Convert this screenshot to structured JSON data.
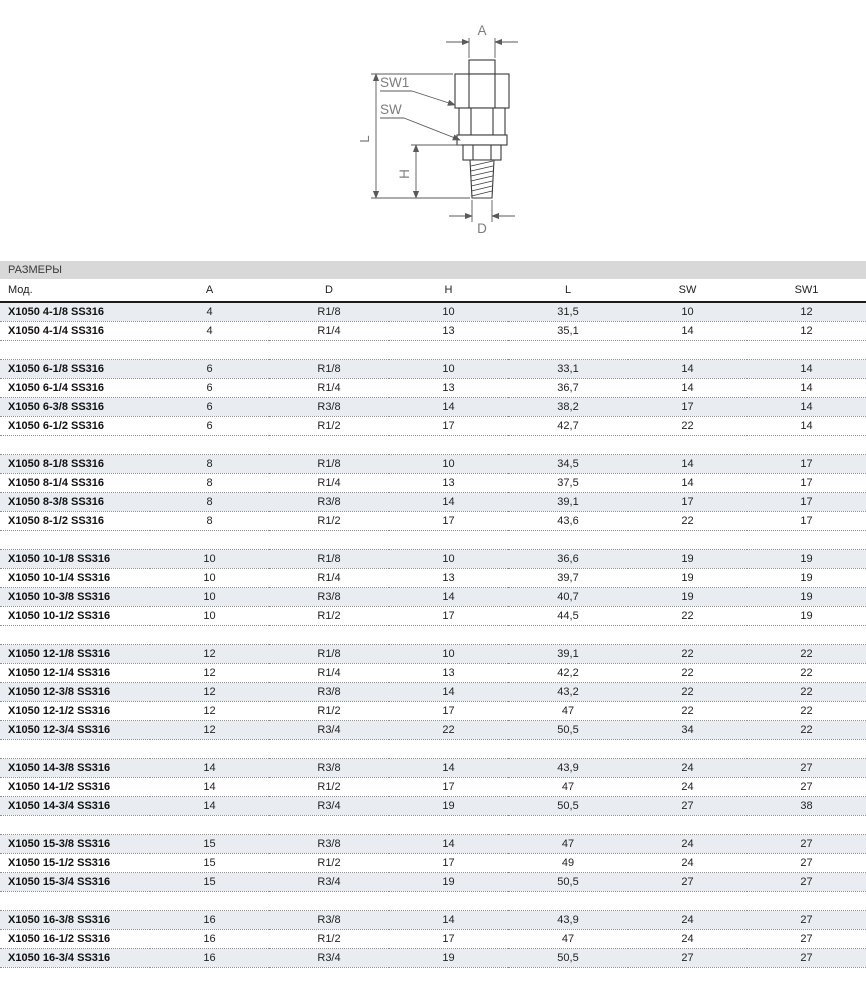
{
  "diagram": {
    "labels": {
      "a": "A",
      "sw1": "SW1",
      "sw": "SW",
      "l": "L",
      "h": "H",
      "d": "D"
    }
  },
  "table": {
    "title": "РАЗМЕРЫ",
    "columns": [
      "Мод.",
      "A",
      "D",
      "H",
      "L",
      "SW",
      "SW1"
    ],
    "groups": [
      {
        "rows": [
          [
            "X1050 4-1/8 SS316",
            "4",
            "R1/8",
            "10",
            "31,5",
            "10",
            "12"
          ],
          [
            "X1050 4-1/4 SS316",
            "4",
            "R1/4",
            "13",
            "35,1",
            "14",
            "12"
          ]
        ]
      },
      {
        "rows": [
          [
            "X1050 6-1/8 SS316",
            "6",
            "R1/8",
            "10",
            "33,1",
            "14",
            "14"
          ],
          [
            "X1050 6-1/4 SS316",
            "6",
            "R1/4",
            "13",
            "36,7",
            "14",
            "14"
          ],
          [
            "X1050 6-3/8 SS316",
            "6",
            "R3/8",
            "14",
            "38,2",
            "17",
            "14"
          ],
          [
            "X1050 6-1/2 SS316",
            "6",
            "R1/2",
            "17",
            "42,7",
            "22",
            "14"
          ]
        ]
      },
      {
        "rows": [
          [
            "X1050 8-1/8 SS316",
            "8",
            "R1/8",
            "10",
            "34,5",
            "14",
            "17"
          ],
          [
            "X1050 8-1/4 SS316",
            "8",
            "R1/4",
            "13",
            "37,5",
            "14",
            "17"
          ],
          [
            "X1050 8-3/8 SS316",
            "8",
            "R3/8",
            "14",
            "39,1",
            "17",
            "17"
          ],
          [
            "X1050 8-1/2 SS316",
            "8",
            "R1/2",
            "17",
            "43,6",
            "22",
            "17"
          ]
        ]
      },
      {
        "rows": [
          [
            "X1050 10-1/8 SS316",
            "10",
            "R1/8",
            "10",
            "36,6",
            "19",
            "19"
          ],
          [
            "X1050 10-1/4 SS316",
            "10",
            "R1/4",
            "13",
            "39,7",
            "19",
            "19"
          ],
          [
            "X1050 10-3/8 SS316",
            "10",
            "R3/8",
            "14",
            "40,7",
            "19",
            "19"
          ],
          [
            "X1050 10-1/2 SS316",
            "10",
            "R1/2",
            "17",
            "44,5",
            "22",
            "19"
          ]
        ]
      },
      {
        "rows": [
          [
            "X1050 12-1/8 SS316",
            "12",
            "R1/8",
            "10",
            "39,1",
            "22",
            "22"
          ],
          [
            "X1050 12-1/4 SS316",
            "12",
            "R1/4",
            "13",
            "42,2",
            "22",
            "22"
          ],
          [
            "X1050 12-3/8 SS316",
            "12",
            "R3/8",
            "14",
            "43,2",
            "22",
            "22"
          ],
          [
            "X1050 12-1/2 SS316",
            "12",
            "R1/2",
            "17",
            "47",
            "22",
            "22"
          ],
          [
            "X1050 12-3/4 SS316",
            "12",
            "R3/4",
            "22",
            "50,5",
            "34",
            "22"
          ]
        ]
      },
      {
        "rows": [
          [
            "X1050 14-3/8 SS316",
            "14",
            "R3/8",
            "14",
            "43,9",
            "24",
            "27"
          ],
          [
            "X1050 14-1/2 SS316",
            "14",
            "R1/2",
            "17",
            "47",
            "24",
            "27"
          ],
          [
            "X1050 14-3/4 SS316",
            "14",
            "R3/4",
            "19",
            "50,5",
            "27",
            "38"
          ]
        ]
      },
      {
        "rows": [
          [
            "X1050 15-3/8 SS316",
            "15",
            "R3/8",
            "14",
            "47",
            "24",
            "27"
          ],
          [
            "X1050 15-1/2 SS316",
            "15",
            "R1/2",
            "17",
            "49",
            "24",
            "27"
          ],
          [
            "X1050 15-3/4 SS316",
            "15",
            "R3/4",
            "19",
            "50,5",
            "27",
            "27"
          ]
        ]
      },
      {
        "rows": [
          [
            "X1050 16-3/8 SS316",
            "16",
            "R3/8",
            "14",
            "43,9",
            "24",
            "27"
          ],
          [
            "X1050 16-1/2 SS316",
            "16",
            "R1/2",
            "17",
            "47",
            "24",
            "27"
          ],
          [
            "X1050 16-3/4 SS316",
            "16",
            "R3/4",
            "19",
            "50,5",
            "27",
            "27"
          ]
        ]
      }
    ]
  },
  "colors": {
    "shaded_row": "#e9edf1",
    "title_bar": "#d8d8d8"
  }
}
